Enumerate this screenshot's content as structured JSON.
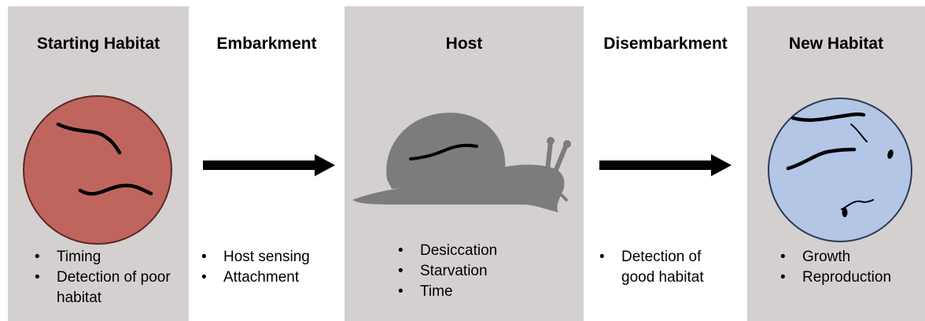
{
  "stages": [
    {
      "title": "Starting Habitat",
      "bullets": [
        "Timing",
        "Detection of poor habitat"
      ]
    },
    {
      "title": "Embarkment",
      "bullets": [
        "Host sensing",
        "Attachment"
      ]
    },
    {
      "title": "Host",
      "bullets": [
        "Desiccation",
        "Starvation",
        "Time"
      ]
    },
    {
      "title": "Disembarkment",
      "bullets": [
        "Detection of good habitat"
      ]
    },
    {
      "title": "New Habitat",
      "bullets": [
        "Growth",
        "Reproduction"
      ]
    }
  ],
  "colors": {
    "panel_gray": "#d4d0d0",
    "start_circle": "#c0655d",
    "new_circle": "#b4c6e6",
    "snail": "#7c7c7c",
    "worm": "#000000"
  },
  "icons": [
    "worm-icon",
    "snail-icon",
    "arrow-right-icon"
  ]
}
